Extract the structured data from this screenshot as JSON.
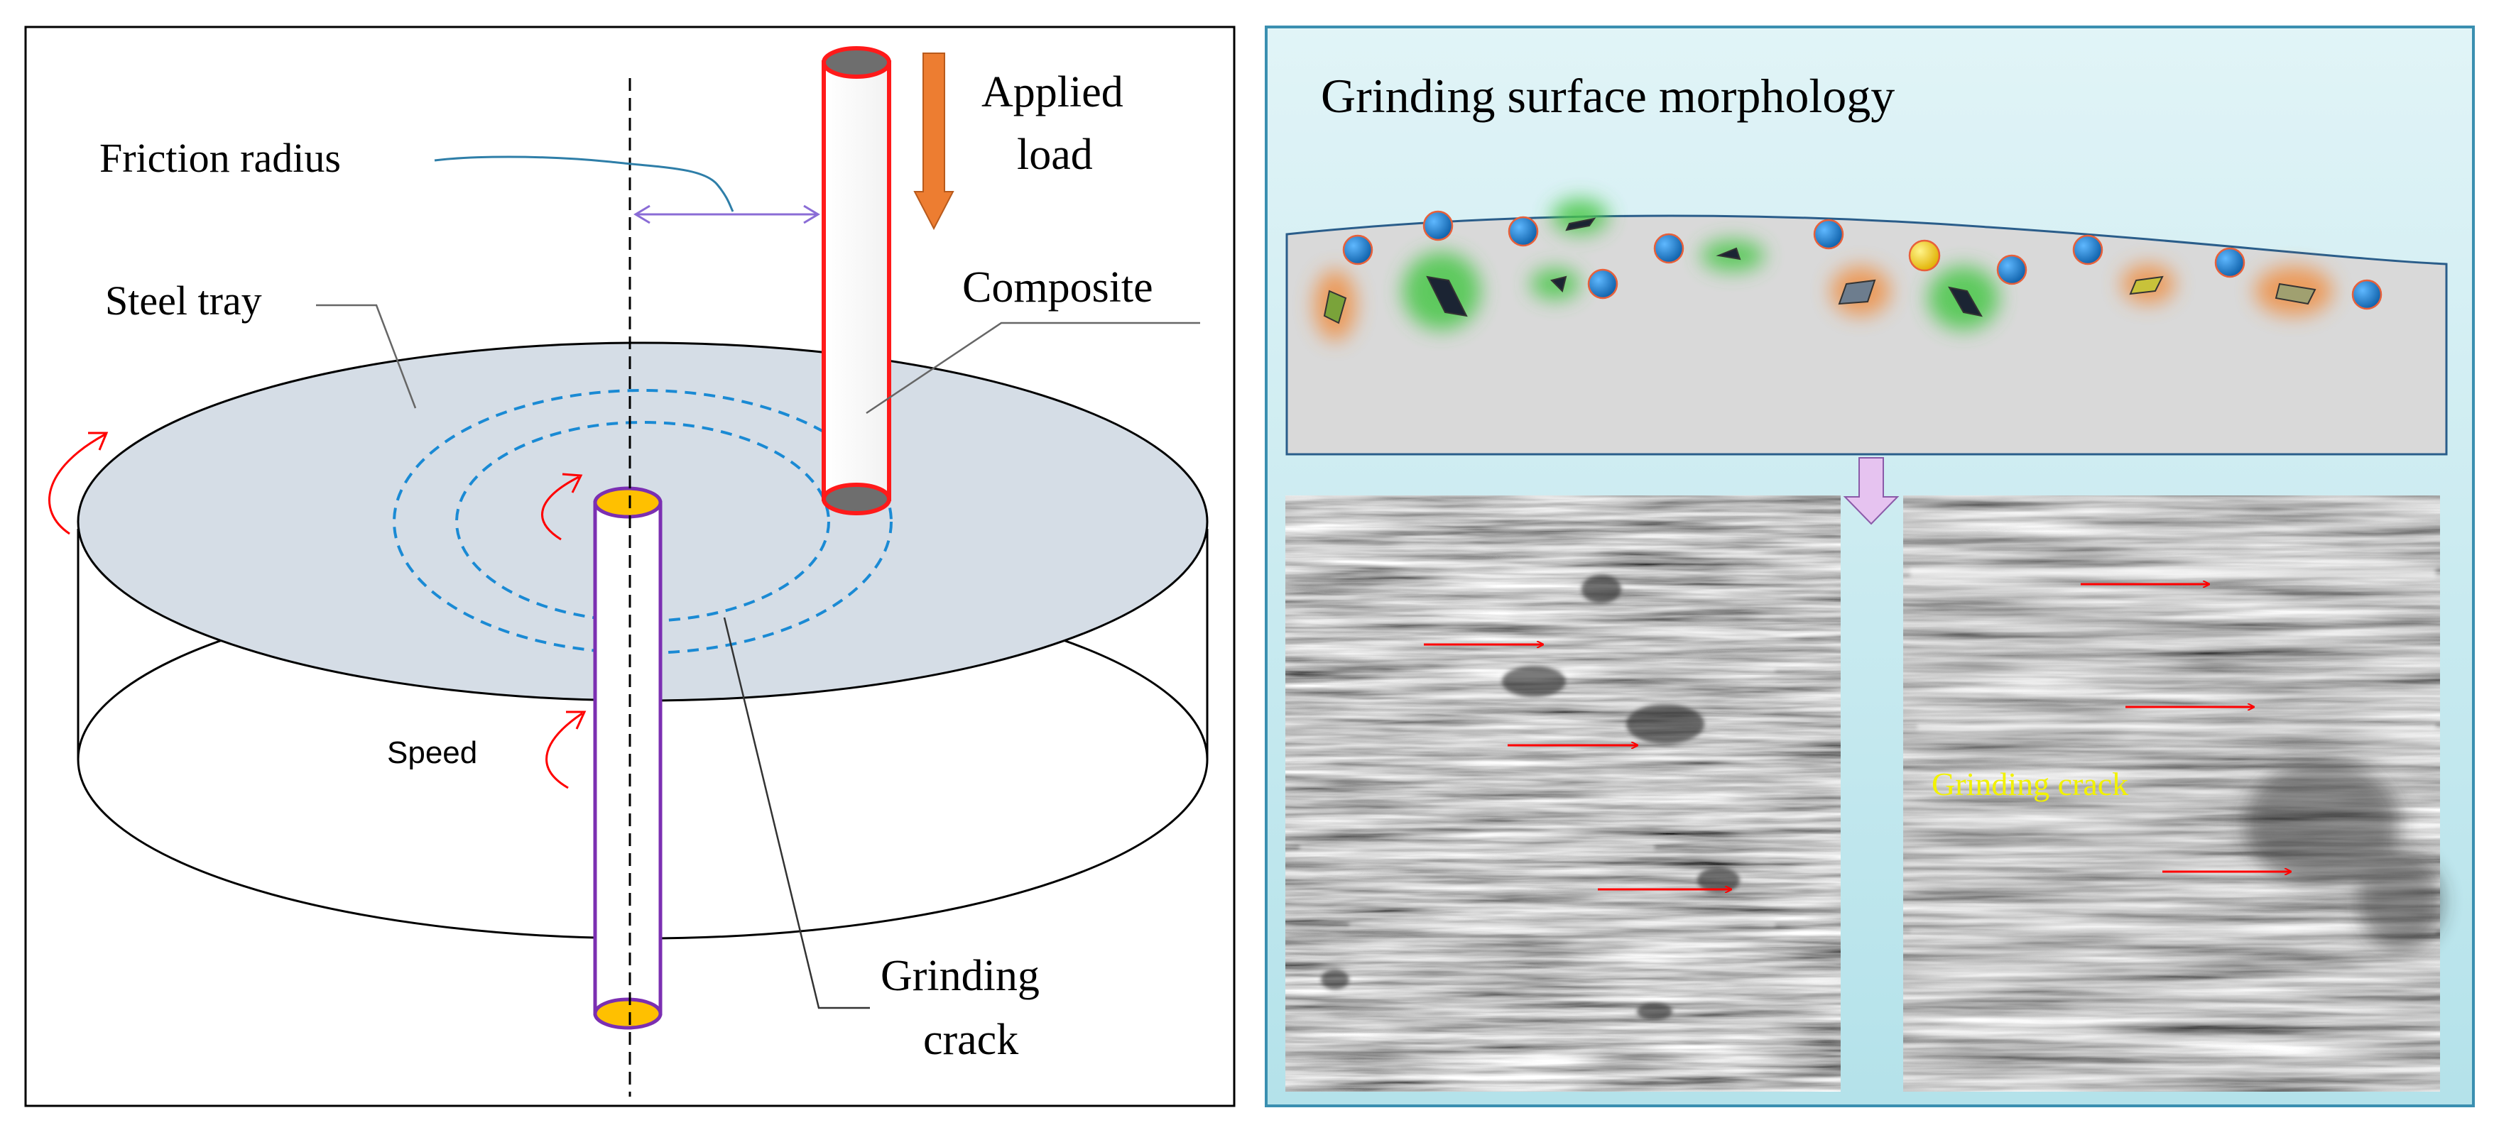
{
  "left_panel": {
    "labels": {
      "friction_radius": "Friction radius",
      "applied_load_line1": "Applied",
      "applied_load_line2": "load",
      "steel_tray": "Steel tray",
      "composite": "Composite",
      "speed": "Speed",
      "grinding_crack_line1": "Grinding",
      "grinding_crack_line2": "crack"
    },
    "colors": {
      "tray_top": "#d5dde6",
      "pin_red": "#ff1a1a",
      "pin_purple": "#7b2fb2",
      "pin_cap": "#ffc000",
      "load_arrow": "#ed7d31",
      "track_dashed": "#1a8ad4",
      "rotation_arrow": "#ff0000",
      "radius_arrow": "#8a6cd6"
    }
  },
  "right_panel": {
    "title": "Grinding surface morphology",
    "micrograph_label": "Grinding crack",
    "colors": {
      "panel_bg_top": "#dff3f6",
      "panel_bg_bottom": "#b7e3ea",
      "border": "#3a8fb0",
      "surface": "#d9d9d9",
      "particle_blue": "#1f7fd0",
      "particle_yellow": "#ffd400",
      "green_glow": "#5ccc5c",
      "orange_glow": "#f4a460",
      "down_arrow": "#e6c3f0",
      "flow_arrow": "#ff0000",
      "label_yellow": "#f2f200"
    }
  }
}
